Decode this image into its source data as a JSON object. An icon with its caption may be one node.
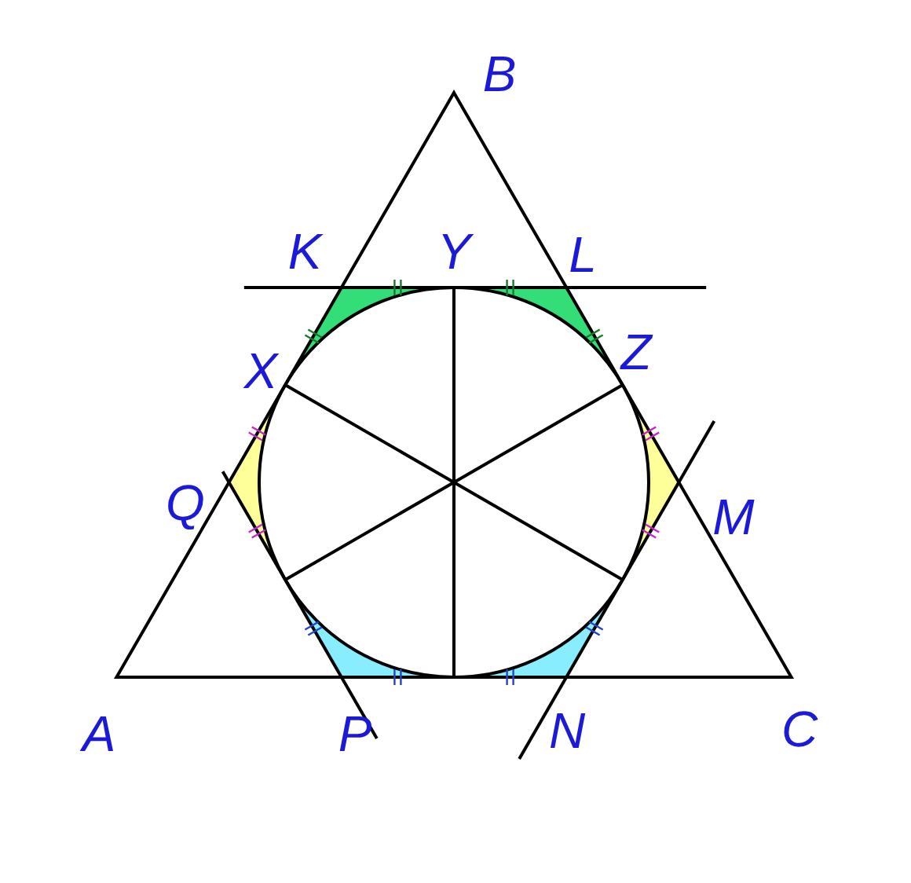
{
  "diagram": {
    "labels": [
      "B",
      "K",
      "Y",
      "L",
      "X",
      "Z",
      "Q",
      "M",
      "A",
      "P",
      "N",
      "C"
    ]
  }
}
